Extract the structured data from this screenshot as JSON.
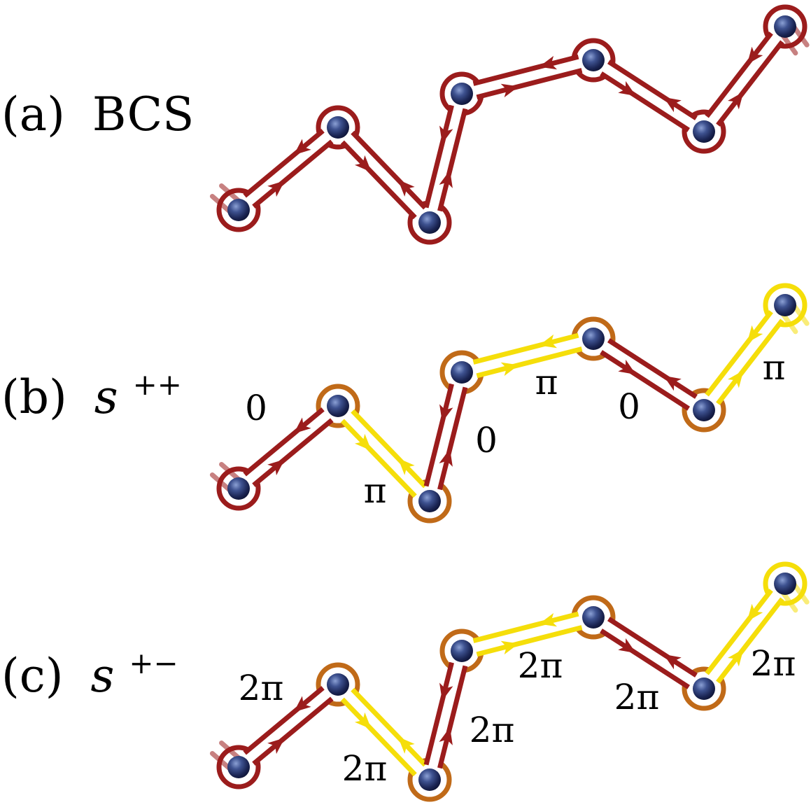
{
  "colors": {
    "red": "#9b1c1c",
    "yellow": "#f5de0a",
    "site_dark": "#0d1333",
    "site_mid": "#283a73",
    "site_light": "#8ba0d4",
    "background": "#ffffff"
  },
  "panels": [
    {
      "id": "a",
      "label_paren": "(a)",
      "label_text": "BCS",
      "label_superscript": "",
      "leg_colors": [
        "red",
        "red",
        "red",
        "red",
        "red",
        "red"
      ],
      "phases": [
        "",
        "",
        "",
        "",
        "",
        ""
      ]
    },
    {
      "id": "b",
      "label_paren": "(b)",
      "label_text": "s",
      "label_superscript": "++",
      "leg_colors": [
        "red",
        "yellow",
        "red",
        "yellow",
        "red",
        "yellow"
      ],
      "phases": [
        "0",
        "π",
        "0",
        "π",
        "0",
        "π"
      ]
    },
    {
      "id": "c",
      "label_paren": "(c)",
      "label_text": "s",
      "label_superscript": "+−",
      "leg_colors": [
        "red",
        "yellow",
        "red",
        "yellow",
        "red",
        "yellow"
      ],
      "phases": [
        "2π",
        "2π",
        "2π",
        "2π",
        "2π",
        "2π"
      ]
    }
  ]
}
